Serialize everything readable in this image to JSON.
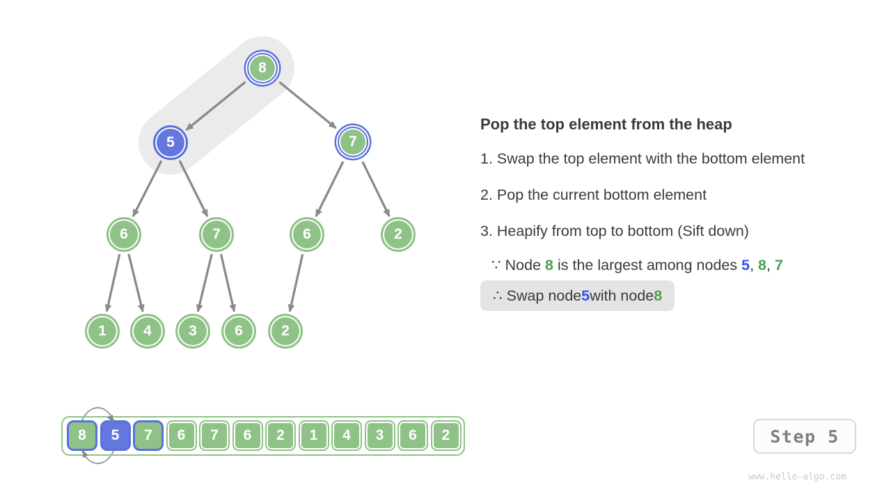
{
  "panel": {
    "title": "Pop the top element from the heap",
    "steps": [
      "1. Swap the top element with the bottom element",
      "2. Pop the current bottom element",
      "3. Heapify from top to bottom (Sift down)"
    ],
    "because": {
      "prefix": "∵ Node ",
      "n_green_1": "8",
      "middle": " is the largest among nodes ",
      "n_blue": "5",
      "comma1": ", ",
      "n_green_2": "8",
      "comma2": ", ",
      "n_green_3": "7"
    },
    "therefore": {
      "prefix": "∴ Swap node ",
      "n_blue": "5",
      "middle": " with node ",
      "n_green": "8"
    }
  },
  "tree": {
    "nodes": [
      {
        "value": "8",
        "state": "green-with-blue-ring"
      },
      {
        "value": "5",
        "state": "blue-filled"
      },
      {
        "value": "7",
        "state": "green-with-blue-ring"
      },
      {
        "value": "6",
        "state": "green"
      },
      {
        "value": "7",
        "state": "green"
      },
      {
        "value": "6",
        "state": "green"
      },
      {
        "value": "2",
        "state": "green"
      },
      {
        "value": "1",
        "state": "green"
      },
      {
        "value": "4",
        "state": "green"
      },
      {
        "value": "3",
        "state": "green"
      },
      {
        "value": "6",
        "state": "green"
      },
      {
        "value": "2",
        "state": "green"
      }
    ],
    "swap_highlight": {
      "from": "8",
      "to": "5"
    }
  },
  "array": {
    "values": [
      "8",
      "5",
      "7",
      "6",
      "7",
      "6",
      "2",
      "1",
      "4",
      "3",
      "6",
      "2"
    ],
    "cell_states": [
      "blue-border",
      "blue-fill",
      "blue-border",
      "normal",
      "normal",
      "normal",
      "normal",
      "normal",
      "normal",
      "normal",
      "normal",
      "normal"
    ],
    "swap_indicator": "cycle arrow between index 0 and index 1"
  },
  "badge": {
    "label": "Step 5"
  },
  "watermark": "www.hello-algo.com",
  "colors": {
    "node_green": "#8FC287",
    "node_blue_fill": "#6477DF",
    "blue_border": "#5B70DC",
    "text_green": "#4C9E52",
    "text_blue": "#2B57E8",
    "arrow_gray": "#8A8A8A",
    "highlight_band": "#EBEBEB",
    "note_background": "#E4E4E4"
  }
}
